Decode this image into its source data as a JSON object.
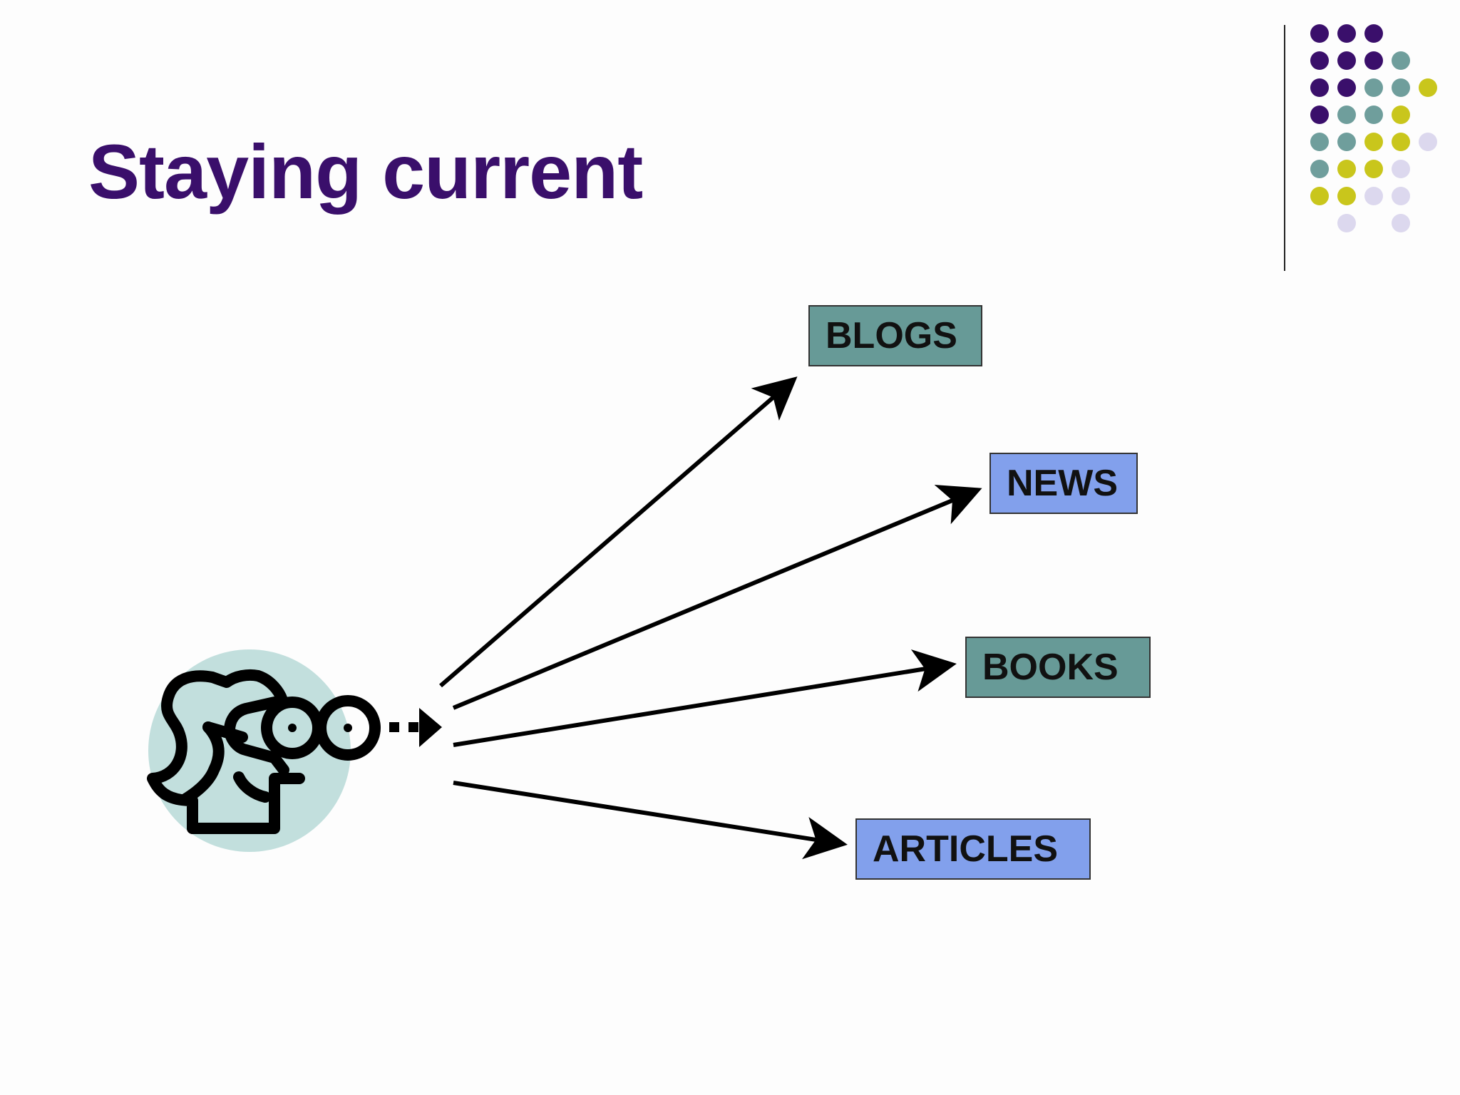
{
  "slide": {
    "title": "Staying current"
  },
  "targets": [
    {
      "label": "BLOGS",
      "color": "#679a97"
    },
    {
      "label": "NEWS",
      "color": "#82a0ec"
    },
    {
      "label": "BOOKS",
      "color": "#679a97"
    },
    {
      "label": "ARTICLES",
      "color": "#82a0ec"
    }
  ],
  "icons": {
    "person": "person-with-binoculars-icon"
  },
  "colors": {
    "title": "#3a0f6b",
    "purple": "#3a0f6b",
    "teal": "#6f9e9c",
    "yellow": "#c9c61c",
    "lavender": "#dcd8ee",
    "circle": "#c2dfdd"
  }
}
